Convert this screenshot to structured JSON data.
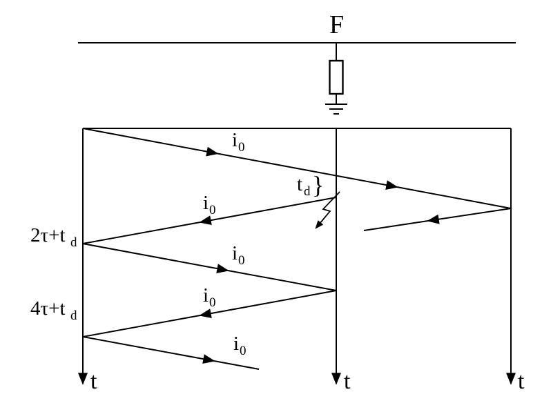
{
  "diagram": {
    "fault_label": "F",
    "axis_label": "t",
    "current_label": {
      "main": "i",
      "sub": "0"
    },
    "delay_label": {
      "main": "t",
      "sub": "d"
    },
    "delay_brace": "}",
    "arrival_2tau": {
      "main": "2τ+t",
      "sub": "d"
    },
    "arrival_4tau": {
      "main": "4τ+t",
      "sub": "d"
    }
  },
  "colors": {
    "ink": "#000000",
    "background": "#ffffff"
  }
}
